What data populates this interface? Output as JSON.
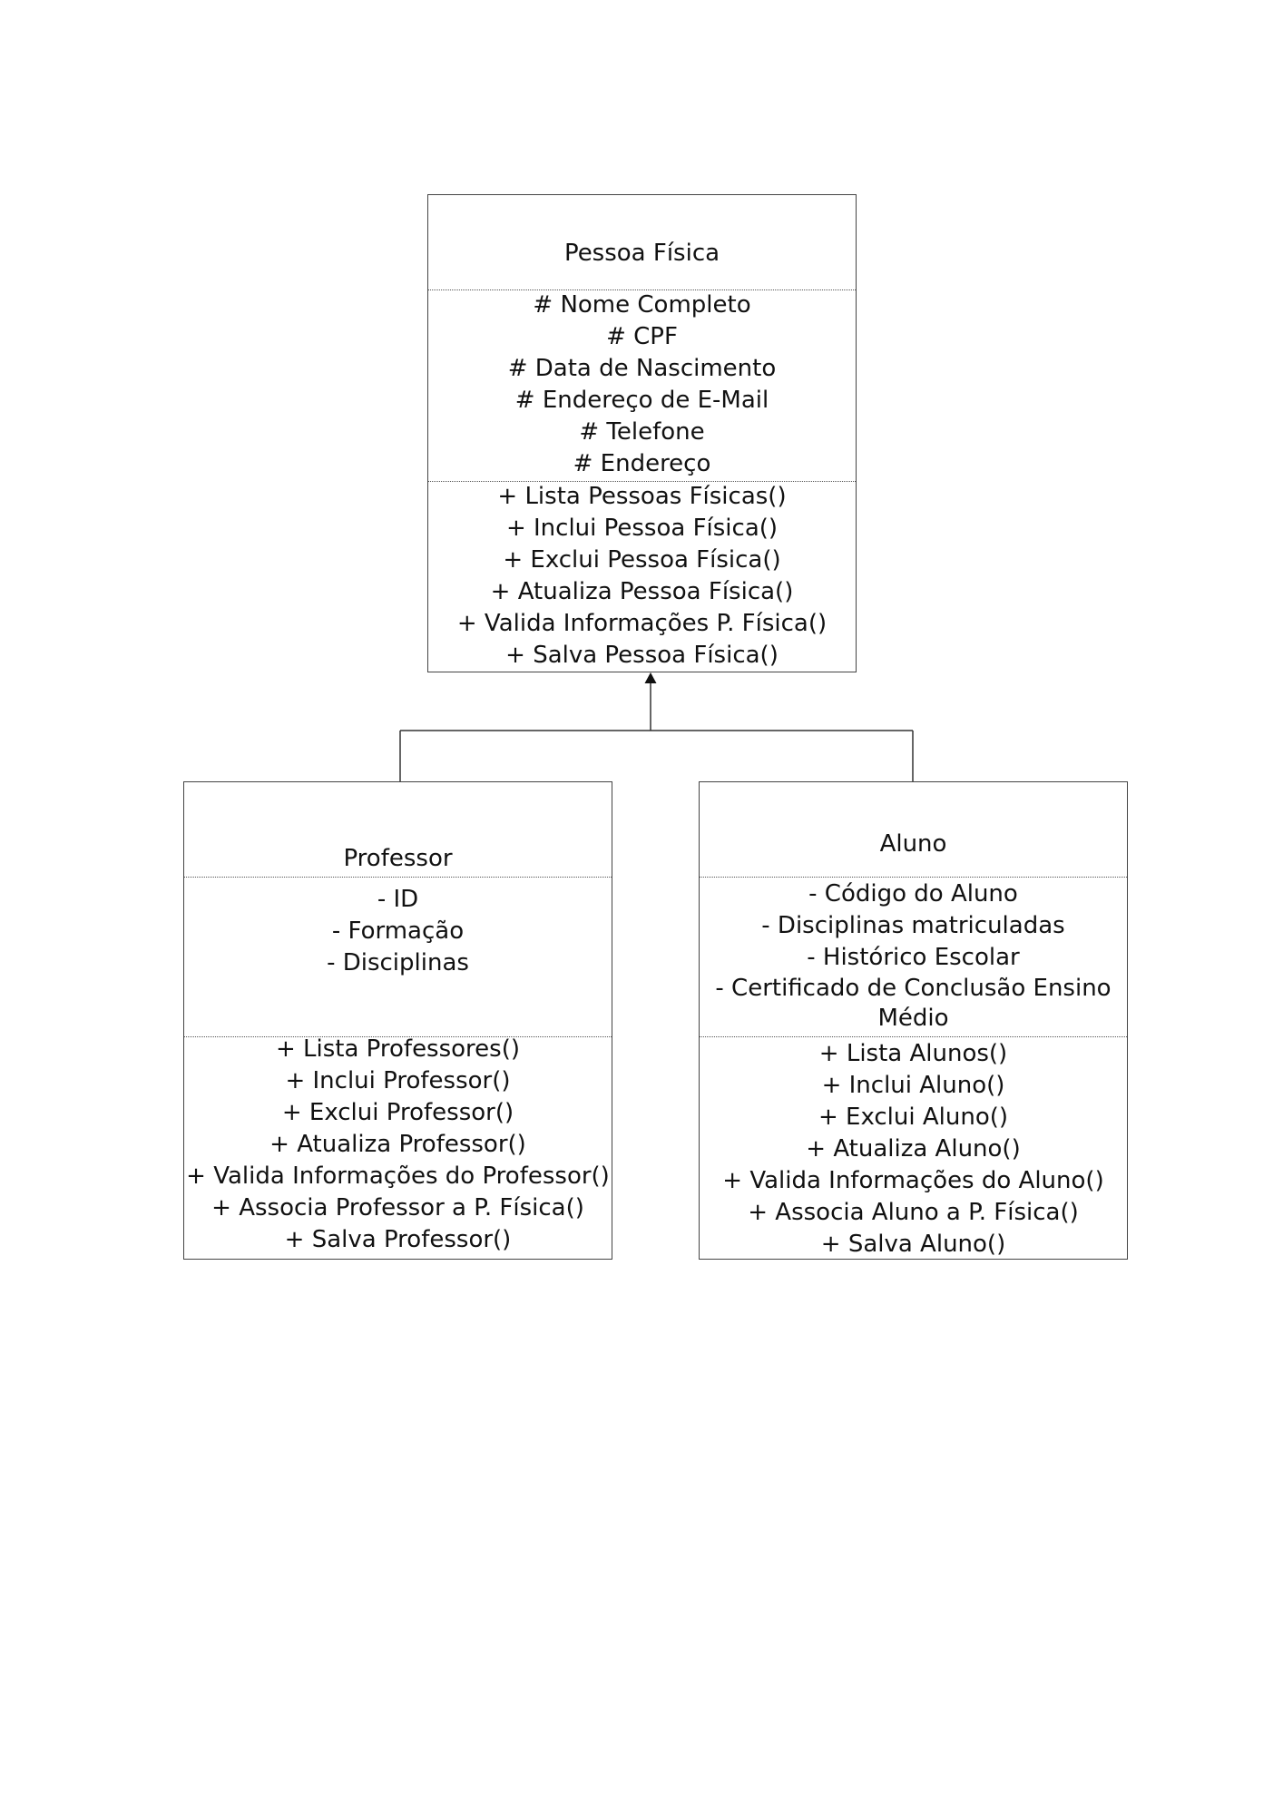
{
  "classes": {
    "pessoa_fisica": {
      "name": "Pessoa Física",
      "attributes": [
        "# Nome Completo",
        "# CPF",
        "# Data de Nascimento",
        "# Endereço de E-Mail",
        "# Telefone",
        "# Endereço"
      ],
      "methods": [
        "+ Lista Pessoas Físicas()",
        "+ Inclui Pessoa Física()",
        "+ Exclui Pessoa Física()",
        "+ Atualiza Pessoa Física()",
        "+ Valida Informações P. Física()",
        "+ Salva Pessoa Física()"
      ]
    },
    "professor": {
      "name": "Professor",
      "attributes": [
        "- ID",
        "- Formação",
        "- Disciplinas"
      ],
      "methods": [
        "+ Lista Professores()",
        "+ Inclui Professor()",
        "+ Exclui Professor()",
        "+ Atualiza Professor()",
        "+ Valida Informações do Professor()",
        "+ Associa Professor a P. Física()",
        "+ Salva Professor()"
      ]
    },
    "aluno": {
      "name": "Aluno",
      "attributes": [
        "- Código do Aluno",
        "- Disciplinas matriculadas",
        "- Histórico Escolar",
        "- Certificado de Conclusão Ensino Médio"
      ],
      "methods": [
        "+ Lista Alunos()",
        "+ Inclui Aluno()",
        "+ Exclui Aluno()",
        "+ Atualiza Aluno()",
        "+ Valida Informações do Aluno()",
        "+ Associa Aluno a P. Física()",
        "+ Salva Aluno()"
      ]
    }
  }
}
